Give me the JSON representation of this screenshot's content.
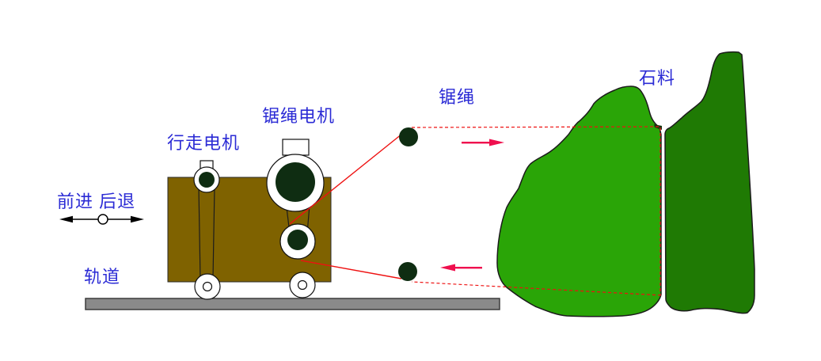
{
  "labels": {
    "travel_motor": "行走电机",
    "saw_motor": "锯绳电机",
    "saw_rope": "锯绳",
    "stone": "石料",
    "direction": "前进 后退",
    "track": "轨道"
  },
  "colors": {
    "label_blue": "#2b2bd5",
    "machine_body_brown": "#7f6200",
    "track_gray": "#8a8a8a",
    "stone_light_green": "#2aa507",
    "stone_dark_green": "#1f7a04",
    "pulley_dark": "#0f2d12",
    "rope_red": "#ee1111",
    "arrow_crimson": "#ef0f4e",
    "outline_black": "#1b1b1b"
  }
}
